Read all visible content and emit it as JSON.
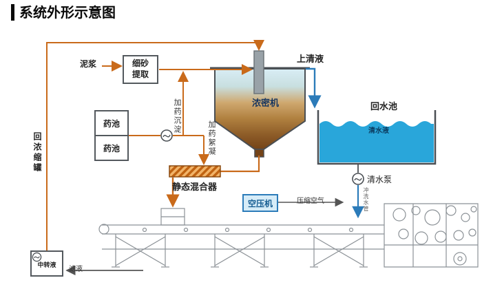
{
  "title": "系统外形示意图",
  "nodes": {
    "mud": "泥浆",
    "sand_extraction": "细砂提取",
    "supernatant": "上清液",
    "thickener": "浓密机",
    "return_pool": "回水池",
    "clear_water": "清水液",
    "clear_water_pump": "清水泵",
    "chem_tank_1": "药池",
    "chem_tank_2": "药池",
    "dosing_sedimentation": "加药沉淀",
    "dosing_flocculation": "加药絮凝",
    "static_mixer": "静态混合器",
    "return_concentrate_tank": "回浓缩罐",
    "air_compressor": "空压机",
    "compressed_air": "压缩空气",
    "flush_water_pipe": "冲洗水管",
    "transfer_liquid": "中转液",
    "filtrate": "滤液"
  },
  "colors": {
    "arrow_orange": "#c96a1a",
    "water_blue": "#29a6da",
    "flow_blue": "#2b7bb9",
    "machine_gray": "#8b9196",
    "thickener_top": "#d9edf5",
    "thickener_mud": "#744317",
    "compressor_fill": "#d6ecf8"
  }
}
